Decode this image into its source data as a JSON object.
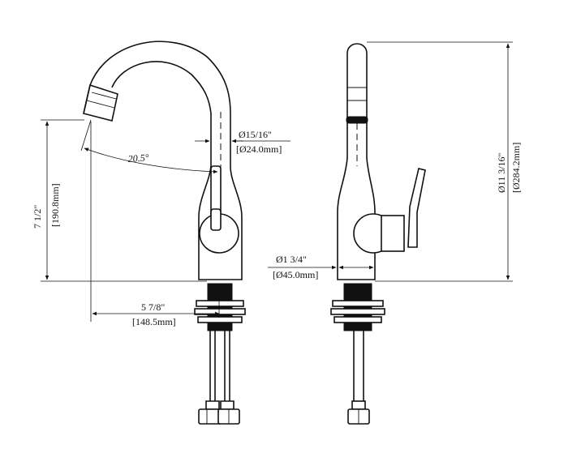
{
  "dimensions": {
    "spout_diameter": {
      "imperial": "Ø15/16\"",
      "metric": "[Ø24.0mm]"
    },
    "spout_angle": {
      "value": "20.5°"
    },
    "spout_height": {
      "imperial": "7 1/2\"",
      "metric": "[190.8mm]"
    },
    "spout_reach": {
      "imperial": "5 7/8\"",
      "metric": "[148.5mm]"
    },
    "base_diameter": {
      "imperial": "Ø1 3/4\"",
      "metric": "[Ø45.0mm]"
    },
    "overall_height": {
      "imperial": "Ø11 3/16\"",
      "metric": "[Ø284.2mm]"
    }
  }
}
